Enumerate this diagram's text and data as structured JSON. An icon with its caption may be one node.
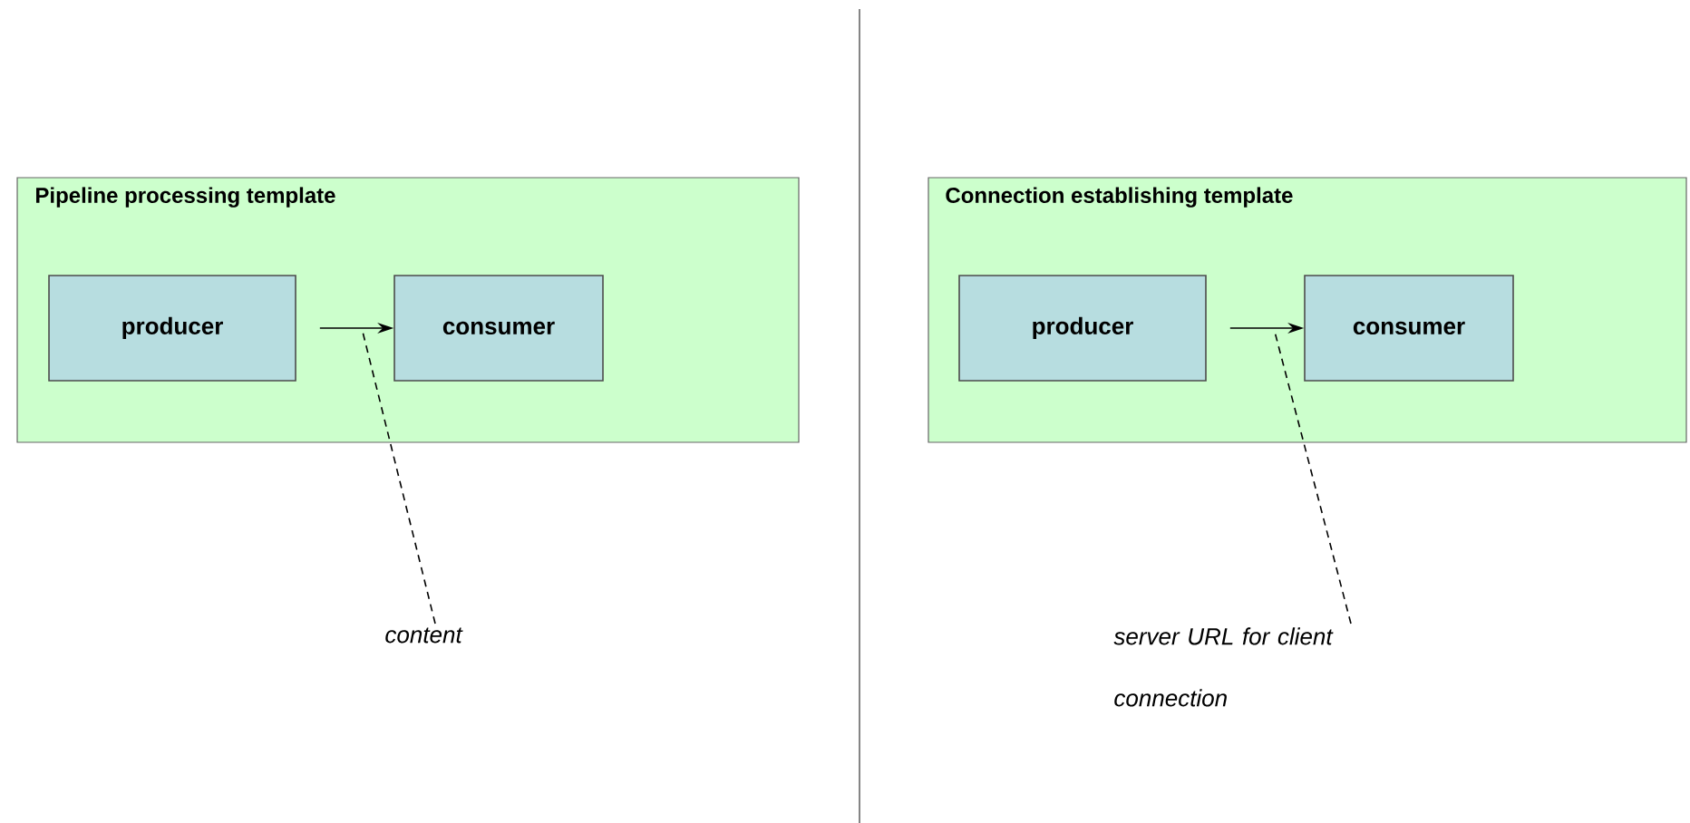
{
  "diagram": {
    "nodes": [
      {
        "text": [
          "Pipeline processing template"
        ]
      },
      {
        "text": [
          "producer"
        ],
        "in": 0
      },
      {
        "text": [
          "consumer"
        ],
        "in": 0
      },
      {
        "text": [
          "Connection establishing template"
        ]
      },
      {
        "text": [
          "producer"
        ],
        "in": 3
      },
      {
        "text": [
          "consumer"
        ],
        "in": 3
      },
      {
        "text": [
          "content"
        ]
      },
      {
        "text": [
          "server URL for client connection"
        ]
      }
    ],
    "edges": [
      {
        "from": 1,
        "to": 2,
        "arrow": "to"
      },
      {
        "from": 4,
        "to": 5,
        "arrow": "to"
      },
      {
        "from": 6,
        "to": null,
        "arrow": "none",
        "style": "dashed"
      },
      {
        "from": 7,
        "to": null,
        "arrow": "none",
        "style": "dashed"
      }
    ]
  }
}
